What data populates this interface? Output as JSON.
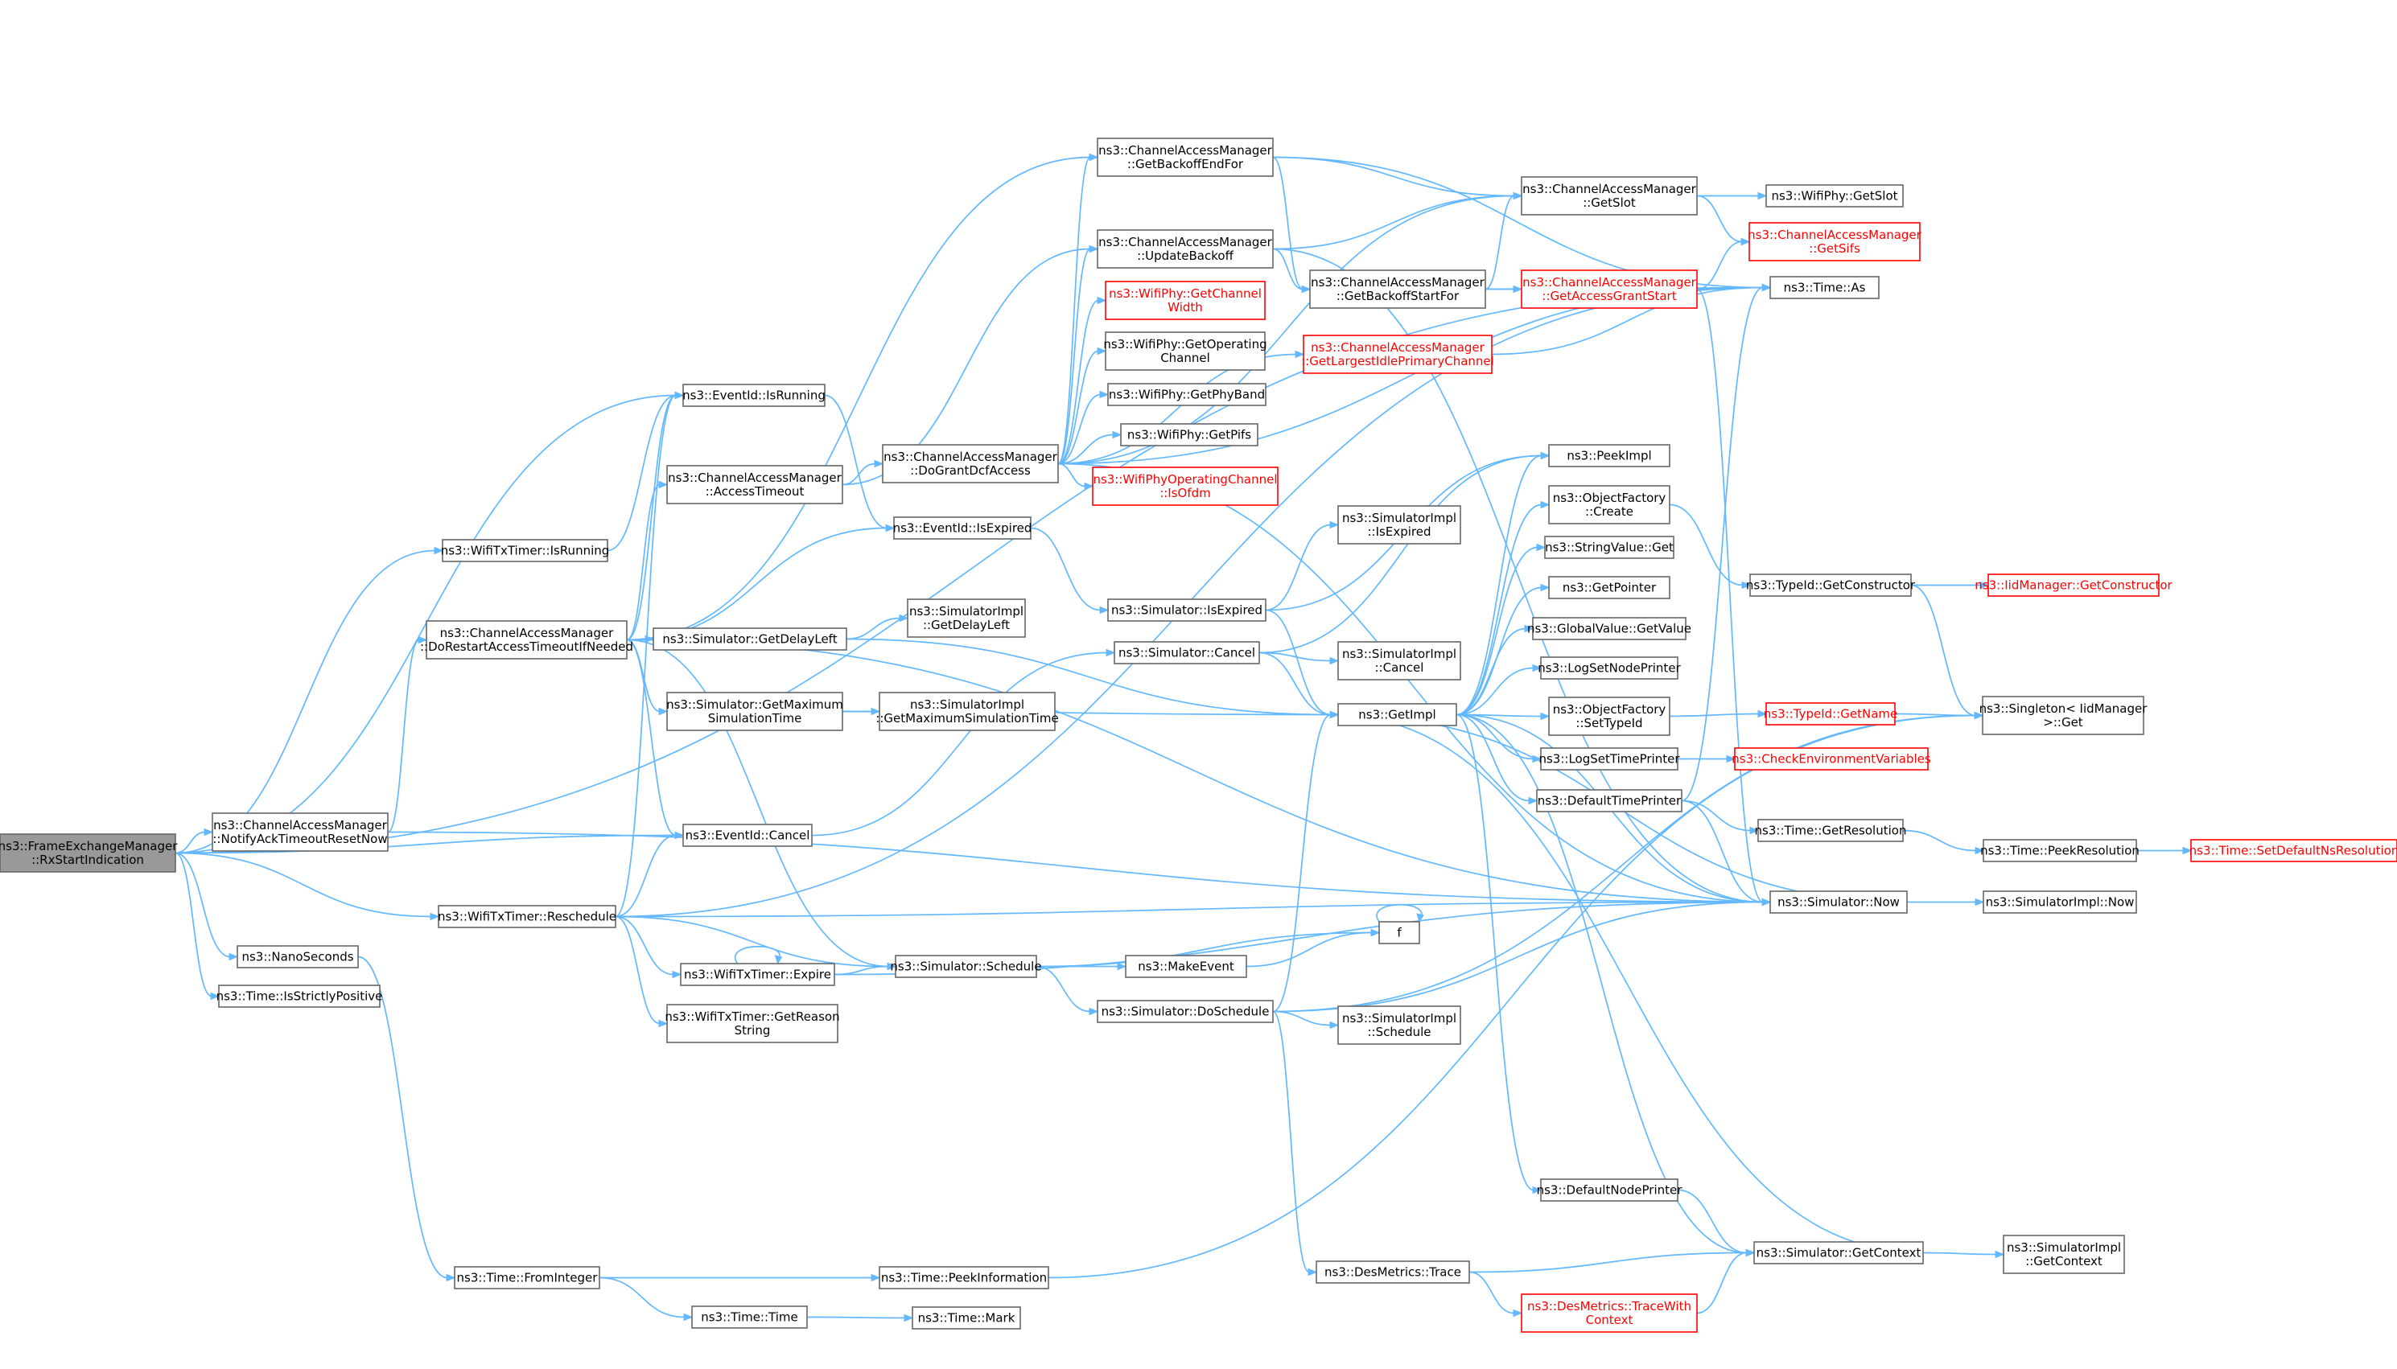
{
  "diagram": {
    "type": "call-graph",
    "colors": {
      "edge": "#63b8ff",
      "root_fill": "#999999",
      "node_border": "#666666",
      "incomplete_border": "#ff0000"
    },
    "nodes": [
      {
        "id": "root",
        "lines": [
          "ns3::FrameExchangeManager",
          "::RxStartIndication"
        ],
        "root": true
      },
      {
        "id": "notifyAck",
        "lines": [
          "ns3::ChannelAccessManager",
          "::NotifyAckTimeoutResetNow"
        ]
      },
      {
        "id": "nanoSec",
        "lines": [
          "ns3::NanoSeconds"
        ]
      },
      {
        "id": "isStrictlyPos",
        "lines": [
          "ns3::Time::IsStrictlyPositive"
        ]
      },
      {
        "id": "txIsRunning",
        "lines": [
          "ns3::WifiTxTimer::IsRunning"
        ]
      },
      {
        "id": "doRestart",
        "lines": [
          "ns3::ChannelAccessManager",
          "::DoRestartAccessTimeoutIfNeeded"
        ]
      },
      {
        "id": "reschedule",
        "lines": [
          "ns3::WifiTxTimer::Reschedule"
        ]
      },
      {
        "id": "fromInteger",
        "lines": [
          "ns3::Time::FromInteger"
        ]
      },
      {
        "id": "evIsRunning",
        "lines": [
          "ns3::EventId::IsRunning"
        ]
      },
      {
        "id": "accessTimeout",
        "lines": [
          "ns3::ChannelAccessManager",
          "::AccessTimeout"
        ]
      },
      {
        "id": "getDelayLeft",
        "lines": [
          "ns3::Simulator::GetDelayLeft"
        ]
      },
      {
        "id": "getMaxSim",
        "lines": [
          "ns3::Simulator::GetMaximum",
          "SimulationTime"
        ]
      },
      {
        "id": "evCancel",
        "lines": [
          "ns3::EventId::Cancel"
        ]
      },
      {
        "id": "expire",
        "lines": [
          "ns3::WifiTxTimer::Expire"
        ]
      },
      {
        "id": "getReason",
        "lines": [
          "ns3::WifiTxTimer::GetReason",
          "String"
        ]
      },
      {
        "id": "peekInfo",
        "lines": [
          "ns3::Time::PeekInformation"
        ]
      },
      {
        "id": "timeTime",
        "lines": [
          "ns3::Time::Time"
        ]
      },
      {
        "id": "doGrant",
        "lines": [
          "ns3::ChannelAccessManager",
          "::DoGrantDcfAccess"
        ]
      },
      {
        "id": "evIsExpired",
        "lines": [
          "ns3::EventId::IsExpired"
        ]
      },
      {
        "id": "implDelayLeft",
        "lines": [
          "ns3::SimulatorImpl",
          "::GetDelayLeft"
        ]
      },
      {
        "id": "implMaxSim",
        "lines": [
          "ns3::SimulatorImpl",
          "::GetMaximumSimulationTime"
        ]
      },
      {
        "id": "schedule",
        "lines": [
          "ns3::Simulator::Schedule"
        ]
      },
      {
        "id": "timeMark",
        "lines": [
          "ns3::Time::Mark"
        ]
      },
      {
        "id": "getBackoffEnd",
        "lines": [
          "ns3::ChannelAccessManager",
          "::GetBackoffEndFor"
        ]
      },
      {
        "id": "updateBackoff",
        "lines": [
          "ns3::ChannelAccessManager",
          "::UpdateBackoff"
        ]
      },
      {
        "id": "getChanWidth",
        "lines": [
          "ns3::WifiPhy::GetChannel",
          "Width"
        ],
        "red": true
      },
      {
        "id": "getOpChan",
        "lines": [
          "ns3::WifiPhy::GetOperating",
          "Channel"
        ]
      },
      {
        "id": "getPhyBand",
        "lines": [
          "ns3::WifiPhy::GetPhyBand"
        ]
      },
      {
        "id": "getPifs",
        "lines": [
          "ns3::WifiPhy::GetPifs"
        ]
      },
      {
        "id": "isOfdm",
        "lines": [
          "ns3::WifiPhyOperatingChannel",
          "::IsOfdm"
        ],
        "red": true
      },
      {
        "id": "simIsExpired",
        "lines": [
          "ns3::Simulator::IsExpired"
        ]
      },
      {
        "id": "simCancel",
        "lines": [
          "ns3::Simulator::Cancel"
        ]
      },
      {
        "id": "makeEvent",
        "lines": [
          "ns3::MakeEvent"
        ]
      },
      {
        "id": "doSchedule",
        "lines": [
          "ns3::Simulator::DoSchedule"
        ]
      },
      {
        "id": "getBackoffStart",
        "lines": [
          "ns3::ChannelAccessManager",
          "::GetBackoffStartFor"
        ]
      },
      {
        "id": "getLargestIdle",
        "lines": [
          "ns3::ChannelAccessManager",
          "::GetLargestIdlePrimaryChannel"
        ],
        "red": true
      },
      {
        "id": "implIsExpired",
        "lines": [
          "ns3::SimulatorImpl",
          "::IsExpired"
        ]
      },
      {
        "id": "implCancel",
        "lines": [
          "ns3::SimulatorImpl",
          "::Cancel"
        ]
      },
      {
        "id": "getImpl",
        "lines": [
          "ns3::GetImpl"
        ]
      },
      {
        "id": "f",
        "lines": [
          "f"
        ]
      },
      {
        "id": "implSchedule",
        "lines": [
          "ns3::SimulatorImpl",
          "::Schedule"
        ]
      },
      {
        "id": "desTrace",
        "lines": [
          "ns3::DesMetrics::Trace"
        ]
      },
      {
        "id": "getSlot",
        "lines": [
          "ns3::ChannelAccessManager",
          "::GetSlot"
        ]
      },
      {
        "id": "getAccessGrant",
        "lines": [
          "ns3::ChannelAccessManager",
          "::GetAccessGrantStart"
        ],
        "red": true
      },
      {
        "id": "peekImpl",
        "lines": [
          "ns3::PeekImpl"
        ]
      },
      {
        "id": "objCreate",
        "lines": [
          "ns3::ObjectFactory",
          "::Create"
        ]
      },
      {
        "id": "strGet",
        "lines": [
          "ns3::StringValue::Get"
        ]
      },
      {
        "id": "getPointer",
        "lines": [
          "ns3::GetPointer"
        ]
      },
      {
        "id": "globalGet",
        "lines": [
          "ns3::GlobalValue::GetValue"
        ]
      },
      {
        "id": "logNodePrinter",
        "lines": [
          "ns3::LogSetNodePrinter"
        ]
      },
      {
        "id": "setTypeId",
        "lines": [
          "ns3::ObjectFactory",
          "::SetTypeId"
        ]
      },
      {
        "id": "logTimePrinter",
        "lines": [
          "ns3::LogSetTimePrinter"
        ]
      },
      {
        "id": "defTimePrinter",
        "lines": [
          "ns3::DefaultTimePrinter"
        ]
      },
      {
        "id": "defNodePrinter",
        "lines": [
          "ns3::DefaultNodePrinter"
        ]
      },
      {
        "id": "traceWithCtx",
        "lines": [
          "ns3::DesMetrics::TraceWith",
          "Context"
        ],
        "red": true
      },
      {
        "id": "phyGetSlot",
        "lines": [
          "ns3::WifiPhy::GetSlot"
        ]
      },
      {
        "id": "getSifs",
        "lines": [
          "ns3::ChannelAccessManager",
          "::GetSifs"
        ],
        "red": true
      },
      {
        "id": "timeAs",
        "lines": [
          "ns3::Time::As"
        ]
      },
      {
        "id": "getConstructor",
        "lines": [
          "ns3::TypeId::GetConstructor"
        ]
      },
      {
        "id": "getName",
        "lines": [
          "ns3::TypeId::GetName"
        ],
        "red": true
      },
      {
        "id": "checkEnv",
        "lines": [
          "ns3::CheckEnvironmentVariables"
        ],
        "red": true
      },
      {
        "id": "getResolution",
        "lines": [
          "ns3::Time::GetResolution"
        ]
      },
      {
        "id": "simNow",
        "lines": [
          "ns3::Simulator::Now"
        ]
      },
      {
        "id": "getContext",
        "lines": [
          "ns3::Simulator::GetContext"
        ]
      },
      {
        "id": "iidGetConstructor",
        "lines": [
          "ns3::IidManager::GetConstructor"
        ],
        "red": true
      },
      {
        "id": "singletonGet",
        "lines": [
          "ns3::Singleton< IidManager",
          ">::Get"
        ]
      },
      {
        "id": "peekResolution",
        "lines": [
          "ns3::Time::PeekResolution"
        ]
      },
      {
        "id": "implNow",
        "lines": [
          "ns3::SimulatorImpl::Now"
        ]
      },
      {
        "id": "implGetContext",
        "lines": [
          "ns3::SimulatorImpl",
          "::GetContext"
        ]
      },
      {
        "id": "setDefaultNs",
        "lines": [
          "ns3::Time::SetDefaultNsResolution"
        ],
        "red": true
      }
    ],
    "edges": [
      [
        "root",
        "timeAs"
      ],
      [
        "root",
        "evIsRunning"
      ],
      [
        "root",
        "txIsRunning"
      ],
      [
        "root",
        "notifyAck"
      ],
      [
        "root",
        "evCancel"
      ],
      [
        "root",
        "reschedule"
      ],
      [
        "root",
        "nanoSec"
      ],
      [
        "root",
        "isStrictlyPos"
      ],
      [
        "notifyAck",
        "doRestart"
      ],
      [
        "notifyAck",
        "simNow"
      ],
      [
        "nanoSec",
        "fromInteger"
      ],
      [
        "txIsRunning",
        "evIsRunning"
      ],
      [
        "doRestart",
        "evIsRunning"
      ],
      [
        "doRestart",
        "accessTimeout"
      ],
      [
        "doRestart",
        "getBackoffEnd"
      ],
      [
        "doRestart",
        "evIsExpired"
      ],
      [
        "doRestart",
        "getDelayLeft"
      ],
      [
        "doRestart",
        "getMaxSim"
      ],
      [
        "doRestart",
        "evCancel"
      ],
      [
        "doRestart",
        "schedule"
      ],
      [
        "doRestart",
        "simNow"
      ],
      [
        "reschedule",
        "evIsRunning"
      ],
      [
        "reschedule",
        "evCancel"
      ],
      [
        "reschedule",
        "expire"
      ],
      [
        "reschedule",
        "getReason"
      ],
      [
        "reschedule",
        "schedule"
      ],
      [
        "reschedule",
        "timeAs"
      ],
      [
        "reschedule",
        "simNow"
      ],
      [
        "fromInteger",
        "peekInfo"
      ],
      [
        "fromInteger",
        "timeTime"
      ],
      [
        "evIsRunning",
        "evIsExpired"
      ],
      [
        "accessTimeout",
        "doGrant"
      ],
      [
        "accessTimeout",
        "updateBackoff"
      ],
      [
        "getDelayLeft",
        "implDelayLeft"
      ],
      [
        "getDelayLeft",
        "getImpl"
      ],
      [
        "getMaxSim",
        "implMaxSim"
      ],
      [
        "getMaxSim",
        "getImpl"
      ],
      [
        "evCancel",
        "simCancel"
      ],
      [
        "expire",
        "expire"
      ],
      [
        "expire",
        "schedule"
      ],
      [
        "expire",
        "simNow"
      ],
      [
        "peekInfo",
        "singletonGet"
      ],
      [
        "timeTime",
        "timeMark"
      ],
      [
        "doGrant",
        "getBackoffEnd"
      ],
      [
        "doGrant",
        "updateBackoff"
      ],
      [
        "doGrant",
        "getChanWidth"
      ],
      [
        "doGrant",
        "getOpChan"
      ],
      [
        "doGrant",
        "getPhyBand"
      ],
      [
        "doGrant",
        "getPifs"
      ],
      [
        "doGrant",
        "isOfdm"
      ],
      [
        "doGrant",
        "getLargestIdle"
      ],
      [
        "doGrant",
        "getSlot"
      ],
      [
        "doGrant",
        "timeAs"
      ],
      [
        "doGrant",
        "simNow"
      ],
      [
        "evIsExpired",
        "simIsExpired"
      ],
      [
        "schedule",
        "makeEvent"
      ],
      [
        "schedule",
        "doSchedule"
      ],
      [
        "schedule",
        "f"
      ],
      [
        "getBackoffEnd",
        "getSlot"
      ],
      [
        "getBackoffEnd",
        "getBackoffStart"
      ],
      [
        "getBackoffEnd",
        "timeAs"
      ],
      [
        "updateBackoff",
        "getSlot"
      ],
      [
        "updateBackoff",
        "getBackoffStart"
      ],
      [
        "updateBackoff",
        "simNow"
      ],
      [
        "simIsExpired",
        "implIsExpired"
      ],
      [
        "simIsExpired",
        "getImpl"
      ],
      [
        "simIsExpired",
        "peekImpl"
      ],
      [
        "simCancel",
        "implCancel"
      ],
      [
        "simCancel",
        "getImpl"
      ],
      [
        "simCancel",
        "peekImpl"
      ],
      [
        "makeEvent",
        "f"
      ],
      [
        "doSchedule",
        "implSchedule"
      ],
      [
        "doSchedule",
        "getImpl"
      ],
      [
        "doSchedule",
        "desTrace"
      ],
      [
        "doSchedule",
        "simNow"
      ],
      [
        "doSchedule",
        "singletonGet"
      ],
      [
        "getBackoffStart",
        "getSlot"
      ],
      [
        "getBackoffStart",
        "getAccessGrant"
      ],
      [
        "getBackoffStart",
        "timeAs"
      ],
      [
        "getLargestIdle",
        "timeAs"
      ],
      [
        "getImpl",
        "peekImpl"
      ],
      [
        "getImpl",
        "objCreate"
      ],
      [
        "getImpl",
        "strGet"
      ],
      [
        "getImpl",
        "getPointer"
      ],
      [
        "getImpl",
        "globalGet"
      ],
      [
        "getImpl",
        "logNodePrinter"
      ],
      [
        "getImpl",
        "setTypeId"
      ],
      [
        "getImpl",
        "logTimePrinter"
      ],
      [
        "getImpl",
        "defTimePrinter"
      ],
      [
        "getImpl",
        "defNodePrinter"
      ],
      [
        "getImpl",
        "simNow"
      ],
      [
        "getImpl",
        "getContext"
      ],
      [
        "f",
        "f"
      ],
      [
        "desTrace",
        "getContext"
      ],
      [
        "desTrace",
        "traceWithCtx"
      ],
      [
        "getSlot",
        "phyGetSlot"
      ],
      [
        "getSlot",
        "getSifs"
      ],
      [
        "getAccessGrant",
        "getSifs"
      ],
      [
        "getAccessGrant",
        "timeAs"
      ],
      [
        "getAccessGrant",
        "simNow"
      ],
      [
        "objCreate",
        "getConstructor"
      ],
      [
        "setTypeId",
        "getName"
      ],
      [
        "logTimePrinter",
        "checkEnv"
      ],
      [
        "defTimePrinter",
        "getResolution"
      ],
      [
        "defTimePrinter",
        "simNow"
      ],
      [
        "defTimePrinter",
        "timeAs"
      ],
      [
        "defNodePrinter",
        "getContext"
      ],
      [
        "traceWithCtx",
        "getContext"
      ],
      [
        "getConstructor",
        "iidGetConstructor"
      ],
      [
        "getConstructor",
        "singletonGet"
      ],
      [
        "getName",
        "singletonGet"
      ],
      [
        "getResolution",
        "peekResolution"
      ],
      [
        "simNow",
        "implNow"
      ],
      [
        "simNow",
        "getImpl"
      ],
      [
        "getContext",
        "implGetContext"
      ],
      [
        "getContext",
        "getImpl"
      ],
      [
        "peekResolution",
        "setDefaultNs"
      ]
    ]
  }
}
